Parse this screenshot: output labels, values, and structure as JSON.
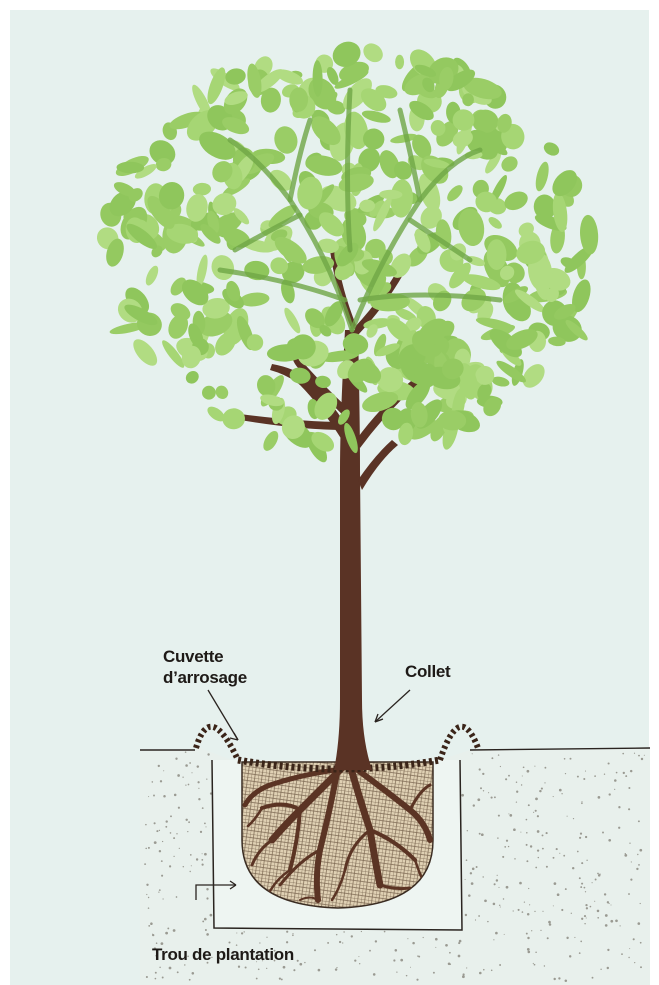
{
  "labels": {
    "cuvette_line1": "Cuvette",
    "cuvette_line2": "d’arrosage",
    "collet": "Collet",
    "trou": "Trou de plantation"
  },
  "colors": {
    "background": "#e6f1ee",
    "foliage_light": "#9fd16b",
    "foliage_mid": "#86c255",
    "branch_in_canopy": "#6fa646",
    "trunk": "#5a3325",
    "roots": "#5b3424",
    "rootball_fill": "#d9c6a6",
    "soil_dots": "#9a9a92",
    "line": "#2a2420"
  }
}
